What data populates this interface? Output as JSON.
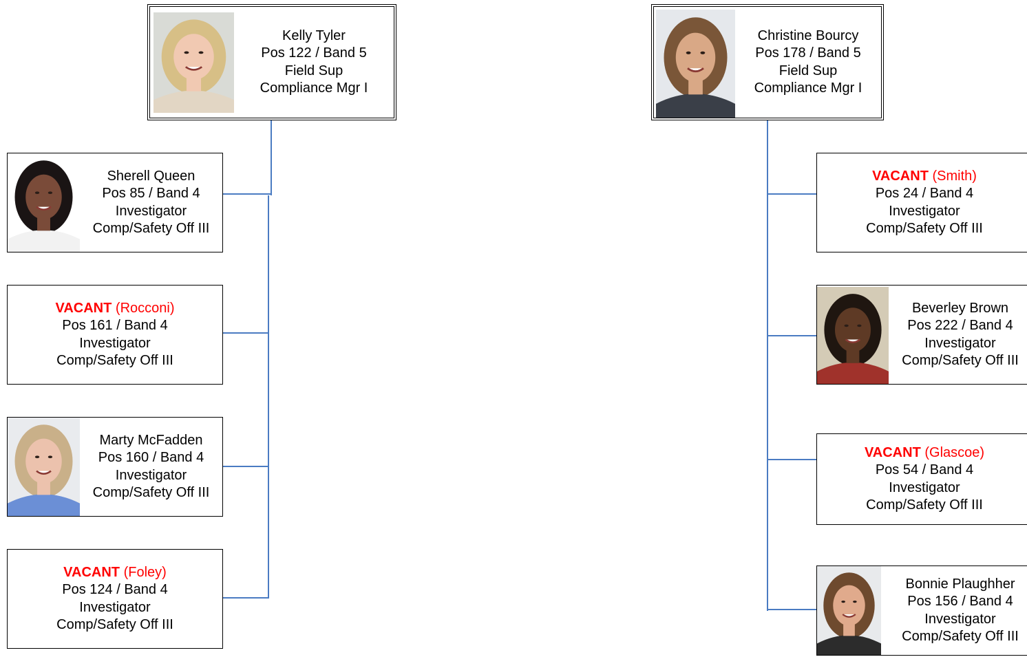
{
  "colors": {
    "connector": "#4a7bc2",
    "vacant": "#ff0000"
  },
  "groups": [
    {
      "manager": {
        "name": "Kelly Tyler",
        "pos": "Pos 122 / Band 5",
        "title": "Field Sup",
        "grade": "Compliance Mgr I",
        "photo": {
          "bg": "#d9dbd6",
          "hair": "#d7bf86",
          "skin": "#f1c9b2",
          "shirt": "#e2d6c4"
        }
      },
      "reports": [
        {
          "name": "Sherell Queen",
          "pos": "Pos 85 / Band 4",
          "title": "Investigator",
          "grade": "Comp/Safety Off III",
          "photo": {
            "bg": "#ffffff",
            "hair": "#1a1414",
            "skin": "#7a4b39",
            "shirt": "#f2f2f2"
          }
        },
        {
          "vacant_label": "VACANT",
          "vacant_name": "(Rocconi)",
          "pos": "Pos 161 / Band 4",
          "title": "Investigator",
          "grade": "Comp/Safety Off III"
        },
        {
          "name": "Marty McFadden",
          "pos": "Pos 160 / Band 4",
          "title": "Investigator",
          "grade": "Comp/Safety Off III",
          "photo": {
            "bg": "#e9ebee",
            "hair": "#c9b089",
            "skin": "#ecc2ad",
            "shirt": "#6b8fd6"
          }
        },
        {
          "vacant_label": "VACANT",
          "vacant_name": "(Foley)",
          "pos": "Pos 124 / Band 4",
          "title": "Investigator",
          "grade": "Comp/Safety Off III"
        }
      ]
    },
    {
      "manager": {
        "name": "Christine Bourcy",
        "pos": "Pos 178 / Band 5",
        "title": "Field Sup",
        "grade": "Compliance Mgr I",
        "photo": {
          "bg": "#e5e8ec",
          "hair": "#7a5638",
          "skin": "#d9a886",
          "shirt": "#3a3f48"
        }
      },
      "reports": [
        {
          "vacant_label": "VACANT",
          "vacant_name": "(Smith)",
          "pos": "Pos 24 / Band 4",
          "title": "Investigator",
          "grade": "Comp/Safety Off III"
        },
        {
          "name": "Beverley Brown",
          "pos": "Pos 222 / Band 4",
          "title": "Investigator",
          "grade": "Comp/Safety Off III",
          "photo": {
            "bg": "#d4cbb6",
            "hair": "#1f1610",
            "skin": "#5e3a25",
            "shirt": "#a0322b"
          }
        },
        {
          "vacant_label": "VACANT",
          "vacant_name": "(Glascoe)",
          "pos": "Pos 54 / Band 4",
          "title": "Investigator",
          "grade": "Comp/Safety Off III"
        },
        {
          "name": "Bonnie Plaughher",
          "pos": "Pos 156 / Band 4",
          "title": "Investigator",
          "grade": "Comp/Safety Off III",
          "photo": {
            "bg": "#e8eaec",
            "hair": "#6e4a2e",
            "skin": "#e0aa8c",
            "shirt": "#2c2c2c"
          }
        }
      ]
    }
  ]
}
